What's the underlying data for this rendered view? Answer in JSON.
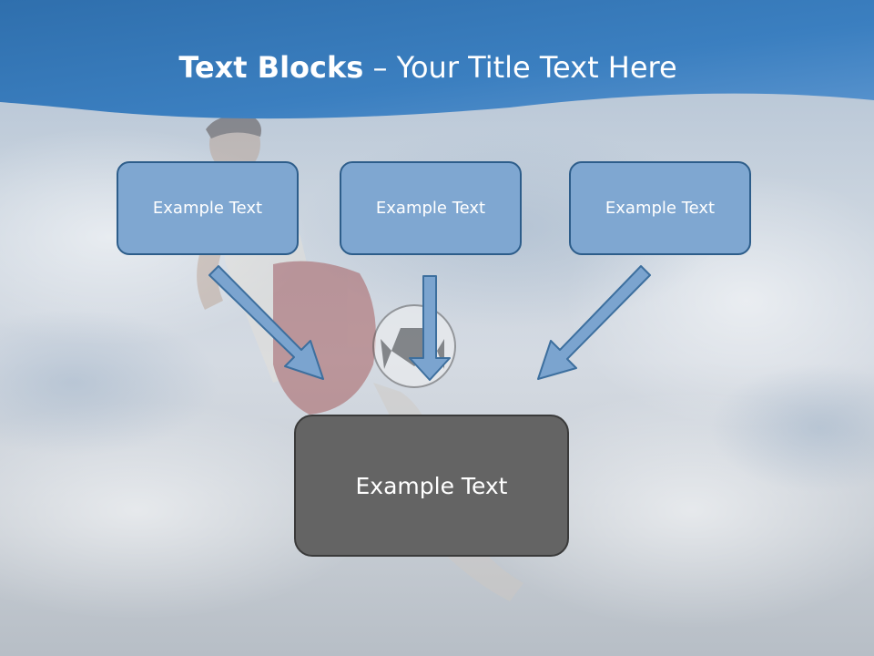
{
  "slide": {
    "title_bold": "Text Blocks",
    "title_rest": " – Your Title Text Here"
  },
  "boxes": {
    "top": [
      {
        "label": "Example Text"
      },
      {
        "label": "Example Text"
      },
      {
        "label": "Example Text"
      }
    ],
    "bottom": {
      "label": "Example Text"
    }
  },
  "colors": {
    "header_blue": "#3b7dbf",
    "top_box_fill": "#7fa7d1",
    "top_box_border": "#2d5d8a",
    "bottom_box_fill": "#646464",
    "arrow_fill": "#7ba4cf"
  }
}
